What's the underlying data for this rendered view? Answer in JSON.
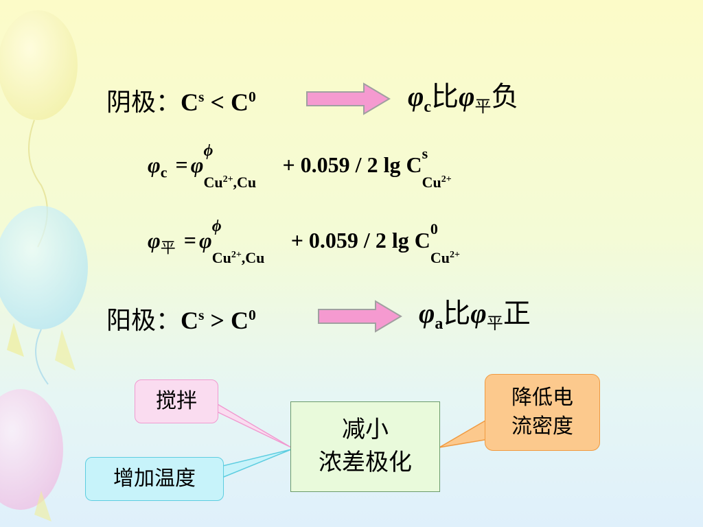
{
  "cathode": {
    "label": "阴极：",
    "c_base": "C",
    "c_sup": "s",
    "relation": "<",
    "c0_base": "C",
    "c0_sup": "0",
    "result_phi": "φ",
    "result_sub": "c",
    "result_bi": "比",
    "result_phi2": "φ",
    "result_sub2": "平",
    "result_tail": "负"
  },
  "eq1": {
    "lhs_phi": "φ",
    "lhs_sub": "c",
    "eq": "=",
    "rhs_phi": "φ",
    "std_sym": "ϕ",
    "couple": "Cu",
    "couple_sup": "2+",
    "couple_tail": ",Cu",
    "term": "+ 0.059 / 2 lg C",
    "c_sup": "s",
    "c_sub": "Cu",
    "c_sub_sup": "2+"
  },
  "eq2": {
    "lhs_phi": "φ",
    "lhs_sub": "平",
    "eq": "=",
    "rhs_phi": "φ",
    "std_sym": "ϕ",
    "couple": "Cu",
    "couple_sup": "2+",
    "couple_tail": ",Cu",
    "term": "+ 0.059 / 2 lg C",
    "c_sup": "0",
    "c_sub": "Cu",
    "c_sub_sup": "2+"
  },
  "anode": {
    "label": "阳极：",
    "c_base": "C",
    "c_sup": "s",
    "relation": ">",
    "c0_base": "C",
    "c0_sup": "0",
    "result_phi": "φ",
    "result_sub": "a",
    "result_bi": "比",
    "result_phi2": "φ",
    "result_sub2": "平",
    "result_tail": "正"
  },
  "callouts": {
    "stir": "搅拌",
    "raise_temp": "增加温度",
    "lower_current_1": "降低电",
    "lower_current_2": "流密度"
  },
  "center_box": {
    "line1": "减小",
    "line2": "浓差极化"
  },
  "colors": {
    "arrow_fill": "#f59ad0",
    "arrow_stroke": "#a0a0a0",
    "stir_fill": "#fadcf0",
    "temp_fill": "#c7f3fa",
    "current_fill": "#fcc98d",
    "center_fill": "#e9fadb"
  }
}
